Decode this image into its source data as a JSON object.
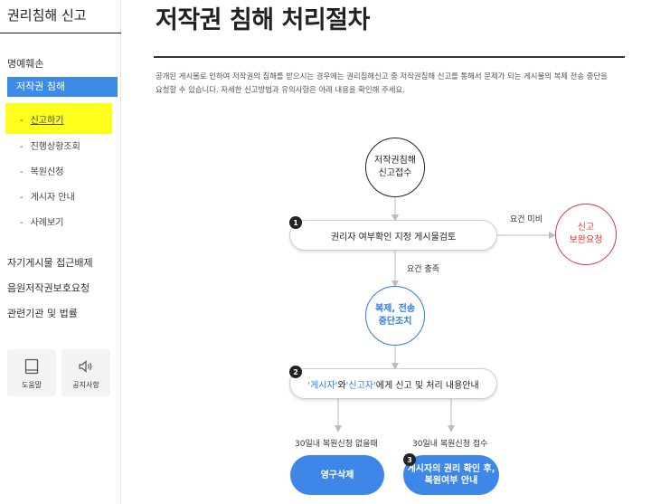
{
  "sidebar": {
    "title": "권리침해 신고",
    "items": [
      {
        "label": "명예훼손"
      },
      {
        "label": "저작권 침해"
      },
      {
        "label": "자기게시물 접근배제"
      },
      {
        "label": "음원저작권보호요청"
      },
      {
        "label": "관련기관 및 법률"
      }
    ],
    "sub_dash": "-",
    "sub_items": [
      {
        "label": "신고하기"
      },
      {
        "label": "진행상황조회"
      },
      {
        "label": "복원신청"
      },
      {
        "label": "게시자 안내"
      },
      {
        "label": "사례보기"
      }
    ],
    "quick": [
      {
        "label": "도움말",
        "icon": "book-icon"
      },
      {
        "label": "공지사항",
        "icon": "speaker-icon"
      }
    ]
  },
  "main": {
    "title": "저작권 침해 처리절차",
    "intro": "공개된 게시물로 인하여 저작권의 침해를 받으시는 경우에는 권리침해신고 중 저작권침해 신고를 통해서 문제가 되는 게시물의 복제 전송 중단을 요청할 수 있습니다. 자세한 신고방법과 유의사항은 아래 내용을 확인해 주세요."
  },
  "flow": {
    "start_line1": "저작권침해",
    "start_line2": "신고접수",
    "step1_num": "1",
    "step1": "권리자 여부확인 지정 게시물검토",
    "req_fail": "요건 미비",
    "reject_line1": "신고",
    "reject_line2": "보완요청",
    "req_ok": "요건 충족",
    "stop_line1": "복제, 전송",
    "stop_line2": "중단조치",
    "step2_num": "2",
    "step2_a": "'게시자'",
    "step2_b": " 와 ",
    "step2_c": "'신고자'",
    "step2_d": " 에게 신고 및 처리 내용안내",
    "left_cond": "30일내 복원신청 없을때",
    "right_cond": "30일내 복원신청 접수",
    "delete": "영구삭제",
    "step3_num": "3",
    "restore_line1": "게시자의 권리 확인 후,",
    "restore_line2": "복원여부 안내"
  },
  "colors": {
    "accent": "#3c8ce7",
    "highlight": "#ffff1e",
    "reject": "#d93636",
    "blue": "#2f7be6"
  }
}
